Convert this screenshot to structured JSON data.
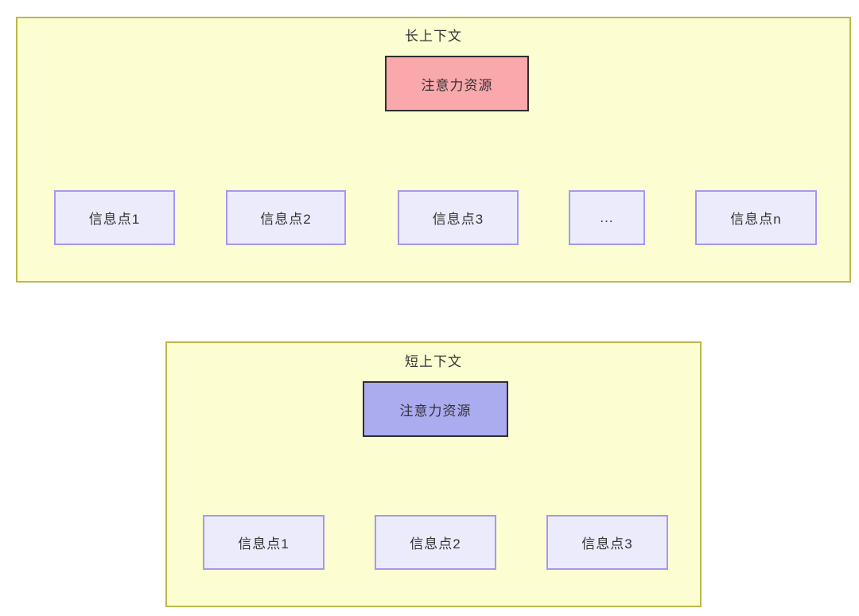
{
  "colors": {
    "container_fill": "#fdfdd2",
    "container_border": "#b9b94c",
    "attention_long_fill": "#f9a8ac",
    "attention_short_fill": "#ababef",
    "attention_border": "#2f2f2f",
    "info_fill": "#ebebfb",
    "info_border": "#a698ee",
    "arrow": "#3d3d3d",
    "text": "#333333"
  },
  "long_context": {
    "title": "长上下文",
    "attention_label": "注意力资源",
    "info_points": [
      "信息点1",
      "信息点2",
      "信息点3",
      "...",
      "信息点n"
    ]
  },
  "short_context": {
    "title": "短上下文",
    "attention_label": "注意力资源",
    "info_points": [
      "信息点1",
      "信息点2",
      "信息点3"
    ]
  }
}
